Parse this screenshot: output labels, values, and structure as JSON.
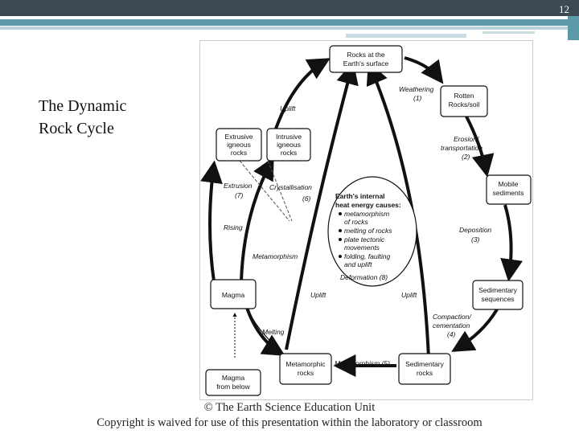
{
  "slide": {
    "page_number": "12",
    "title_line1": "The Dynamic",
    "title_line2": "Rock Cycle",
    "credit_line1": "© The Earth Science Education Unit",
    "credit_line2": "Copyright is waived for use of this presentation within the laboratory or classroom"
  },
  "diagram": {
    "nodes": {
      "surface": [
        "Rocks at the",
        "Earth's surface"
      ],
      "rotten": [
        "Rotten",
        "Rocks/soil"
      ],
      "mobile": [
        "Mobile",
        "sediments"
      ],
      "sed_seq": [
        "Sedimentary",
        "sequences"
      ],
      "sed_rocks": [
        "Sedimentary",
        "rocks"
      ],
      "meta_rocks": [
        "Metamorphic",
        "rocks"
      ],
      "magma": "Magma",
      "magma_below": [
        "Magma",
        "from below"
      ],
      "extrusive": [
        "Extrusive",
        "igneous",
        "rocks"
      ],
      "intrusive": [
        "Intrusive",
        "igneous",
        "rocks"
      ]
    },
    "labels": {
      "weathering": "Weathering",
      "n1": "(1)",
      "erosion": [
        "Erosion/",
        "transportation"
      ],
      "n2": "(2)",
      "deposition": "Deposition",
      "n3": "(3)",
      "compaction": [
        "Compaction/",
        "cementation"
      ],
      "n4": "(4)",
      "metamorphism5": "Metamorphism (5)",
      "melting": "Melting",
      "rising": "Rising",
      "extrusion": "Extrusion",
      "n7": "(7)",
      "crystallisation": "Crystallisation",
      "n6": "(6)",
      "uplift_top": "Uplift",
      "metamorphism": "Metamorphism",
      "uplift_left": "Uplift",
      "uplift_right": "Uplift"
    },
    "center": {
      "heading": [
        "Earth's internal",
        "heat energy causes:"
      ],
      "bullets": [
        [
          "metamorphism",
          "of rocks"
        ],
        [
          "melting of rocks"
        ],
        [
          "plate tectonic",
          "movements"
        ],
        [
          "folding, faulting",
          "and uplift"
        ]
      ],
      "footer": "Deformation (8)"
    }
  }
}
